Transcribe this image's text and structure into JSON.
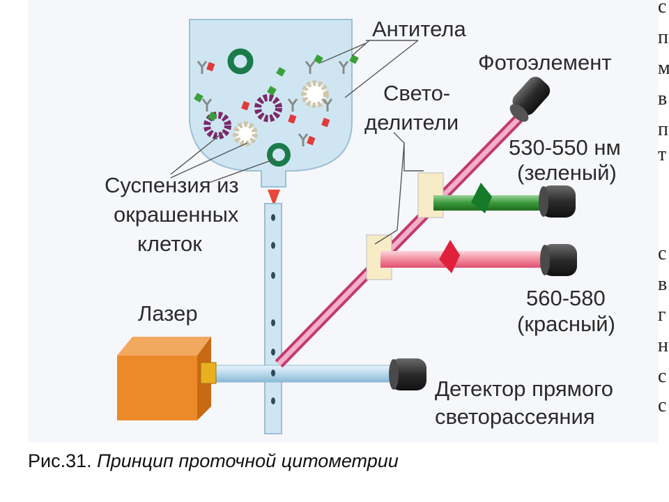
{
  "labels": {
    "antibodies": "Антитела",
    "photoelement": "Фотоэлемент",
    "splitters_line1": "Свето-",
    "splitters_line2": "делители",
    "green_range": "530-550 нм",
    "green_name": "(зеленый)",
    "red_range": "560-580",
    "red_name": "(красный)",
    "suspension_line1": "Суспензия из",
    "suspension_line2": "окрашенных",
    "suspension_line3": "клеток",
    "laser": "Лазер",
    "detector_line1": "Детектор прямого",
    "detector_line2": "светорассеяния"
  },
  "caption": {
    "prefix": "Рис.31. ",
    "title": "Принцип проточной цитометрии"
  },
  "right_edge_fragments": [
    "с",
    "п",
    "м",
    "в",
    "п",
    "с",
    "в",
    "г",
    "н",
    "с",
    "т",
    "с"
  ],
  "colors": {
    "tank": "#cfe6f2",
    "laser_body": "#ec8a2a",
    "pink_beam": "#d9508a",
    "green_beam": "#3a9a3a",
    "red_beam": "#e05070",
    "detector": "#3a3a3a",
    "arrow": "#e8473a"
  }
}
